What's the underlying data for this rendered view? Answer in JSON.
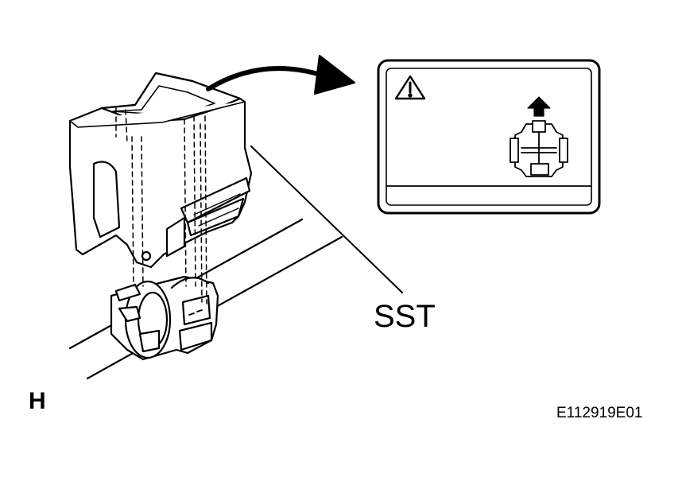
{
  "labels": {
    "tool": "SST",
    "view": "H",
    "figure_id": "E112919E01"
  },
  "icons": {
    "warning": "warning-triangle-icon",
    "direction": "up-arrow-icon"
  },
  "colors": {
    "line": "#000000",
    "background": "#ffffff"
  }
}
